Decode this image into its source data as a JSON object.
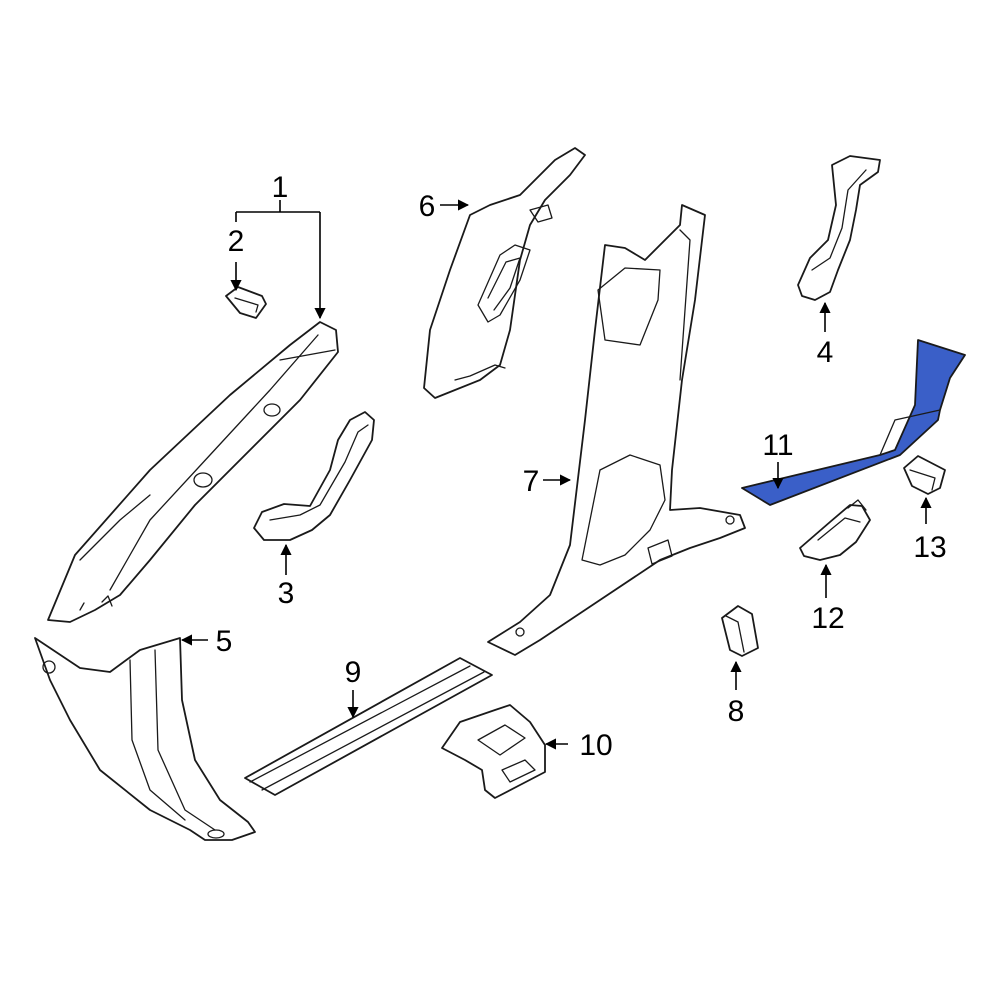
{
  "diagram": {
    "highlight_color": "#3a5fc8",
    "line_color": "#1a1a1a",
    "background_color": "#ffffff",
    "highlighted_part": "11",
    "callouts": [
      {
        "id": "c1",
        "label": "1"
      },
      {
        "id": "c2",
        "label": "2"
      },
      {
        "id": "c3",
        "label": "3"
      },
      {
        "id": "c4",
        "label": "4"
      },
      {
        "id": "c5",
        "label": "5"
      },
      {
        "id": "c6",
        "label": "6"
      },
      {
        "id": "c7",
        "label": "7"
      },
      {
        "id": "c8",
        "label": "8"
      },
      {
        "id": "c9",
        "label": "9"
      },
      {
        "id": "c10",
        "label": "10"
      },
      {
        "id": "c11",
        "label": "11"
      },
      {
        "id": "c12",
        "label": "12"
      },
      {
        "id": "c13",
        "label": "13"
      }
    ]
  }
}
